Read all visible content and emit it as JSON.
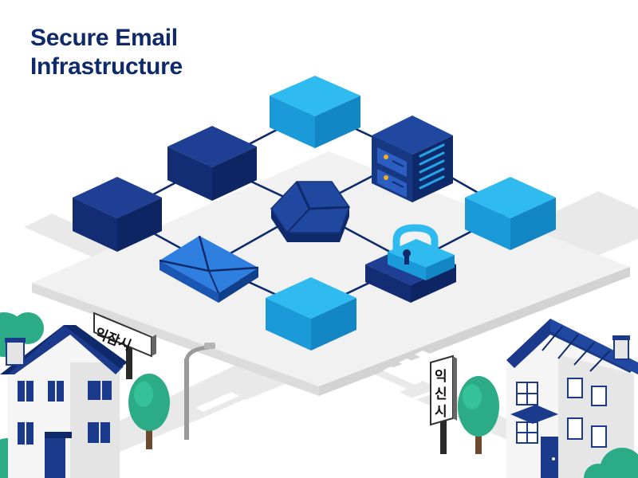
{
  "title": {
    "line1": "Secure Email",
    "line2": "Infrastructure"
  },
  "signs": {
    "left": "익잠시",
    "right": [
      "익",
      "신",
      "시"
    ]
  },
  "icons": [
    "email-envelope-icon",
    "server-rack-icon",
    "padlock-icon",
    "central-hub-icon"
  ],
  "colors": {
    "navy": "#1b3a8c",
    "sky": "#22a7e6",
    "title": "#0f2a6b",
    "road": "#e6e6e6",
    "tree": "#2bab86"
  }
}
